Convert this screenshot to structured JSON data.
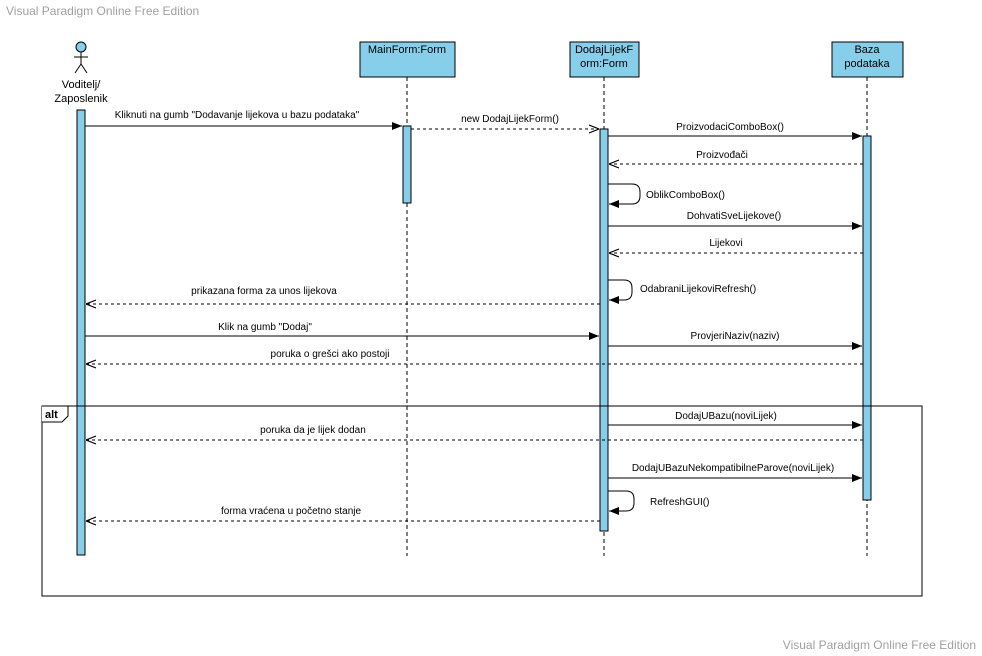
{
  "watermark": {
    "top": "Visual Paradigm Online Free Edition",
    "bottom": "Visual Paradigm Online Free Edition"
  },
  "colors": {
    "lifeline_fill": "#87CEEB",
    "activation_fill": "#87CEEB",
    "line": "#000000"
  },
  "actor": {
    "label_line1": "Voditelj/",
    "label_line2": "Zaposlenik",
    "icon": "stick-figure-icon"
  },
  "lifelines": {
    "mainform": {
      "line1": "MainForm:Form",
      "line2": ""
    },
    "dodaj": {
      "line1": "DodajLijekF",
      "line2": "orm:Form"
    },
    "baza": {
      "line1": "Baza",
      "line2": "podataka"
    }
  },
  "fragment": {
    "label": "alt"
  },
  "messages": {
    "m1": "Kliknuti na gumb \"Dodavanje lijekova u bazu podataka\"",
    "m2": "new DodajLijekForm()",
    "m3": "ProizvodaciComboBox()",
    "m4": "Proizvođači",
    "m5": "OblikComboBox()",
    "m6": "DohvatiSveLijekove()",
    "m7": "Lijekovi",
    "m8": "OdabraniLijekoviRefresh()",
    "m9": "prikazana forma za unos lijekova",
    "m10": "Klik na gumb \"Dodaj\"",
    "m11": "ProvjeriNaziv(naziv)",
    "m12": "poruka o grešci ako postoji",
    "m13": "DodajUBazu(noviLijek)",
    "m14": "poruka da je lijek dodan",
    "m15": "DodajUBazuNekompatibilneParove(noviLijek)",
    "m16": "RefreshGUI()",
    "m17": "forma vraćena u početno stanje"
  }
}
